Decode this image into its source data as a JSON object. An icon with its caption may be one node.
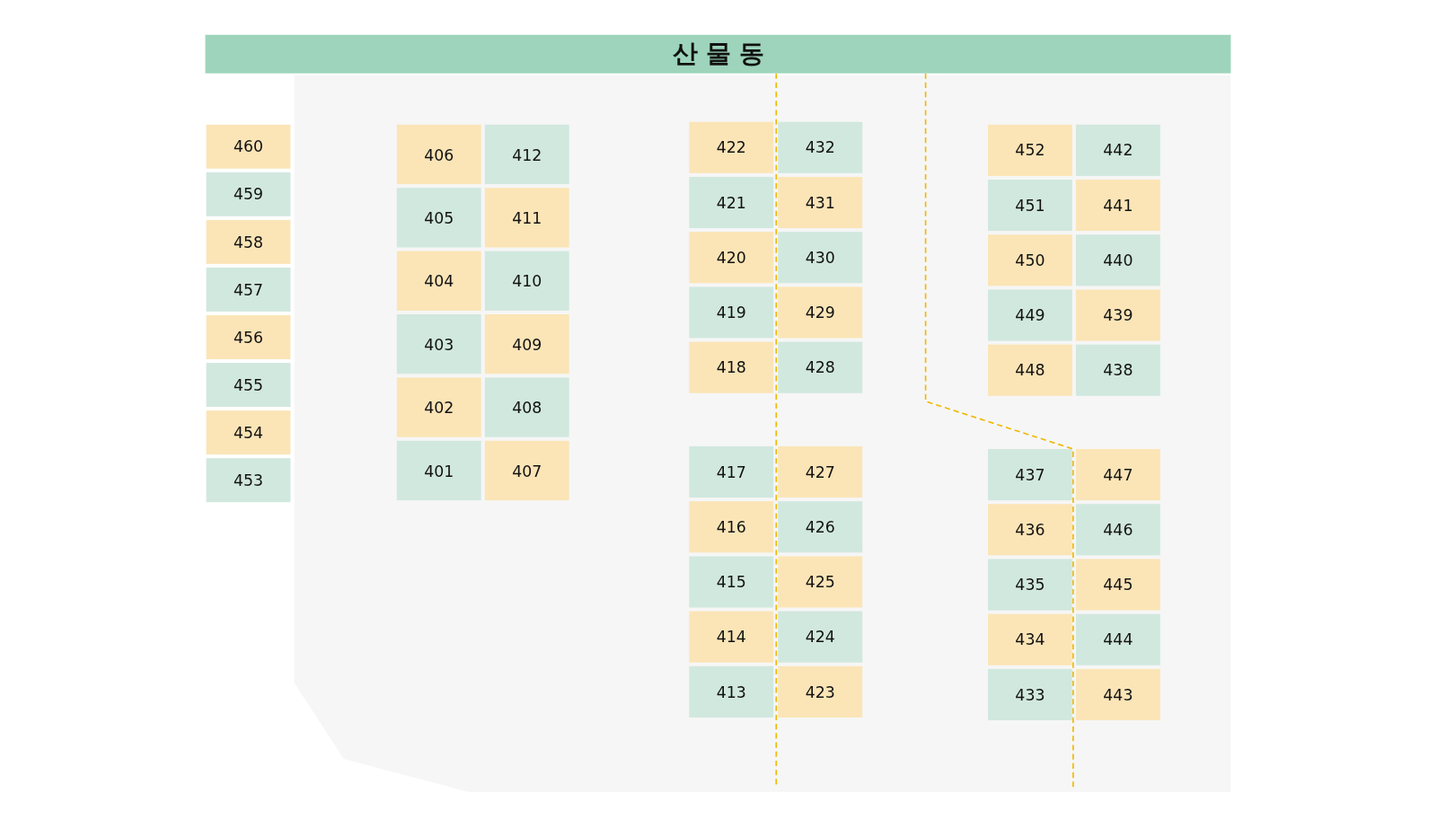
{
  "diagram": {
    "nodes": [
      {
        "text": [
          "산 물 동"
        ]
      },
      {
        "text": [
          "460"
        ]
      },
      {
        "text": [
          "459"
        ]
      },
      {
        "text": [
          "458"
        ]
      },
      {
        "text": [
          "457"
        ]
      },
      {
        "text": [
          "456"
        ]
      },
      {
        "text": [
          "455"
        ]
      },
      {
        "text": [
          "454"
        ]
      },
      {
        "text": [
          "453"
        ]
      },
      {
        "text": [
          "406"
        ]
      },
      {
        "text": [
          "405"
        ]
      },
      {
        "text": [
          "404"
        ]
      },
      {
        "text": [
          "403"
        ]
      },
      {
        "text": [
          "402"
        ]
      },
      {
        "text": [
          "401"
        ]
      },
      {
        "text": [
          "412"
        ]
      },
      {
        "text": [
          "411"
        ]
      },
      {
        "text": [
          "410"
        ]
      },
      {
        "text": [
          "409"
        ]
      },
      {
        "text": [
          "408"
        ]
      },
      {
        "text": [
          "407"
        ]
      },
      {
        "text": [
          "422"
        ]
      },
      {
        "text": [
          "421"
        ]
      },
      {
        "text": [
          "420"
        ]
      },
      {
        "text": [
          "419"
        ]
      },
      {
        "text": [
          "418"
        ]
      },
      {
        "text": [
          "432"
        ]
      },
      {
        "text": [
          "431"
        ]
      },
      {
        "text": [
          "430"
        ]
      },
      {
        "text": [
          "429"
        ]
      },
      {
        "text": [
          "428"
        ]
      },
      {
        "text": [
          "417"
        ]
      },
      {
        "text": [
          "416"
        ]
      },
      {
        "text": [
          "415"
        ]
      },
      {
        "text": [
          "414"
        ]
      },
      {
        "text": [
          "413"
        ]
      },
      {
        "text": [
          "427"
        ]
      },
      {
        "text": [
          "426"
        ]
      },
      {
        "text": [
          "425"
        ]
      },
      {
        "text": [
          "424"
        ]
      },
      {
        "text": [
          "423"
        ]
      },
      {
        "text": [
          "452"
        ]
      },
      {
        "text": [
          "451"
        ]
      },
      {
        "text": [
          "450"
        ]
      },
      {
        "text": [
          "449"
        ]
      },
      {
        "text": [
          "448"
        ]
      },
      {
        "text": [
          "442"
        ]
      },
      {
        "text": [
          "441"
        ]
      },
      {
        "text": [
          "440"
        ]
      },
      {
        "text": [
          "439"
        ]
      },
      {
        "text": [
          "438"
        ]
      },
      {
        "text": [
          "437"
        ]
      },
      {
        "text": [
          "436"
        ]
      },
      {
        "text": [
          "435"
        ]
      },
      {
        "text": [
          "434"
        ]
      },
      {
        "text": [
          "433"
        ]
      },
      {
        "text": [
          "447"
        ]
      },
      {
        "text": [
          "446"
        ]
      },
      {
        "text": [
          "445"
        ]
      },
      {
        "text": [
          "444"
        ]
      },
      {
        "text": [
          "443"
        ]
      }
    ]
  }
}
